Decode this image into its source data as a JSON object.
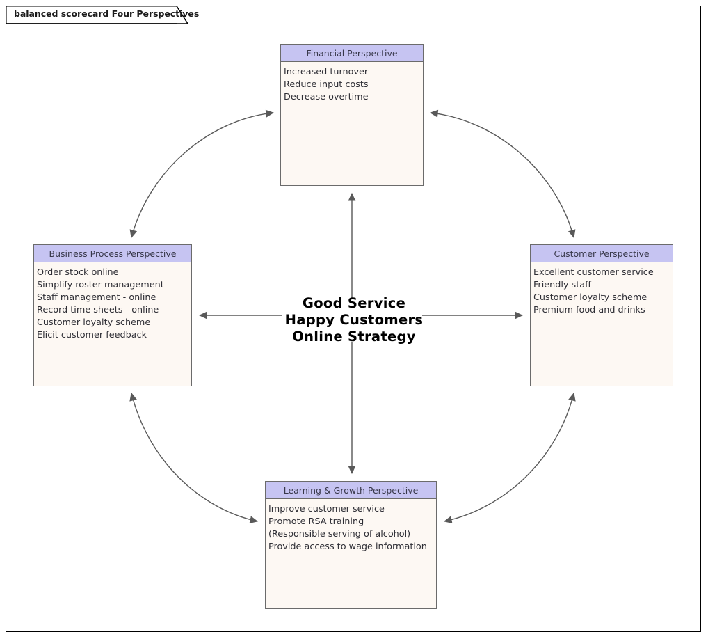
{
  "window": {
    "tab_title": "balanced scorecard Four Perspectives"
  },
  "colors": {
    "header_fill": "#c6c4f2",
    "body_fill": "#fdf8f3",
    "node_border": "#6b6b6b",
    "connector": "#595959",
    "frame_border": "#000000",
    "header_text": "#38384a",
    "body_text": "#2e2e35"
  },
  "centre": {
    "lines": [
      "Good Service",
      "Happy Customers",
      "Online Strategy"
    ]
  },
  "nodes": {
    "financial": {
      "title": "Financial Perspective",
      "items": [
        "Increased turnover",
        "Reduce input costs",
        "Decrease overtime"
      ]
    },
    "business": {
      "title": "Business Process Perspective",
      "items": [
        "Order stock online",
        "Simplify roster management",
        "Staff management - online",
        "Record time sheets - online",
        "Customer loyalty scheme",
        "Elicit customer feedback"
      ]
    },
    "customer": {
      "title": "Customer Perspective",
      "items": [
        "Excellent customer service",
        "Friendly staff",
        "Customer loyalty scheme",
        "Premium food and drinks"
      ]
    },
    "learning": {
      "title": "Learning & Growth Perspective",
      "items": [
        "Improve customer service",
        "Promote RSA training",
        "(Responsible serving of alcohol)",
        "Provide access to wage information"
      ]
    }
  }
}
